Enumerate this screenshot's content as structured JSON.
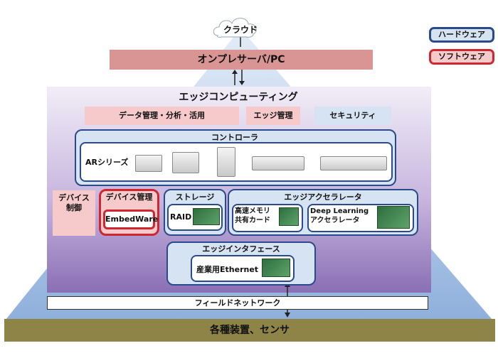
{
  "legend": {
    "hardware": "ハードウェア",
    "software": "ソフトウェア"
  },
  "cloud": "クラウド",
  "onprem": "オンプレサーバ/PC",
  "edge": {
    "title": "エッジコンピューティング",
    "pills": [
      "データ管理・分析・活用",
      "エッジ管理",
      "セキュリティ"
    ]
  },
  "controller": {
    "title": "コントローラ",
    "series": "ARシリーズ"
  },
  "device_control": "デバイス\n制御",
  "device_mgmt": {
    "title": "デバイス管理",
    "product": "EmbedWare"
  },
  "storage": {
    "title": "ストレージ",
    "item": "RAID"
  },
  "accelerator": {
    "title": "エッジアクセラレータ",
    "item1": "高速メモリ\n共有カード",
    "item2": "Deep Learning\nアクセラレータ"
  },
  "interface": {
    "title": "エッジインタフェース",
    "item": "産業用Ethernet"
  },
  "field_network": "フィールドネットワーク",
  "devices": "各種装置、センサ",
  "colors": {
    "navy": "#2b4a8a",
    "red": "#d0262f",
    "pink": "#f6c9cb",
    "lightblue": "#d6e3f3",
    "olive": "#8e8448"
  }
}
